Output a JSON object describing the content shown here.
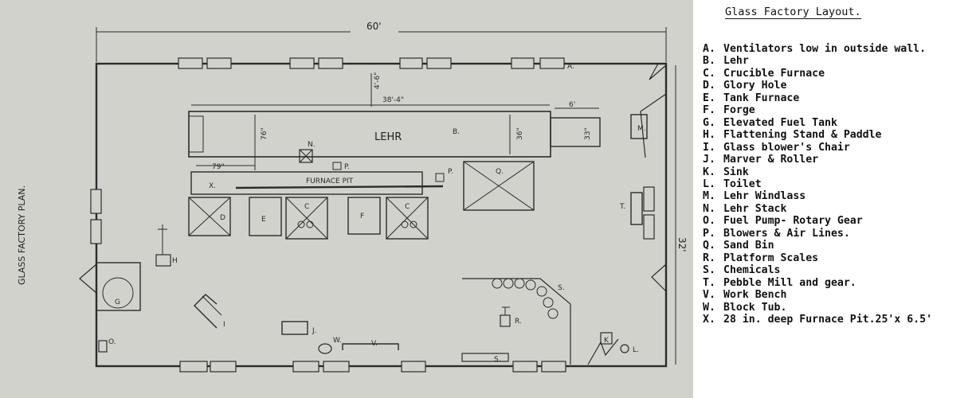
{
  "plan": {
    "side_title": "GLASS FACTORY PLAN.",
    "dim_width": "60'",
    "dim_height": "32'",
    "dim_lehr_length": "38'-4\"",
    "dim_lehr_offset": "4'-6\"",
    "dim_lehr_height": "76\"",
    "dim_lehr_ext": "6'",
    "dim_lehr_end": "33\"",
    "dim_lehr_right": "36\"",
    "dim_pit_left": "79\"",
    "lehr_label": "LEHR",
    "pit_label": "FURNACE PIT",
    "labels": {
      "A": "A.",
      "B": "B.",
      "C": "C",
      "D": "D",
      "E": "E",
      "F": "F",
      "G": "G",
      "H": "H",
      "I": "I",
      "J": "J.",
      "K": "K",
      "L": "L.",
      "M": "M.",
      "N": "N.",
      "P": "P.",
      "Q": "Q.",
      "R": "R.",
      "S": "S.",
      "T": "T.",
      "V": "V.",
      "W": "W.",
      "X": "X.",
      "O": "O."
    }
  },
  "legend": {
    "title": "Glass Factory Layout.",
    "items": [
      {
        "key": "A.",
        "text": "Ventilators low in outside wall."
      },
      {
        "key": "B.",
        "text": "Lehr"
      },
      {
        "key": "C.",
        "text": "Crucible Furnace"
      },
      {
        "key": "D.",
        "text": "Glory Hole"
      },
      {
        "key": "E.",
        "text": "Tank Furnace"
      },
      {
        "key": "F.",
        "text": "Forge"
      },
      {
        "key": "G.",
        "text": "Elevated Fuel Tank"
      },
      {
        "key": "H.",
        "text": "Flattening Stand & Paddle"
      },
      {
        "key": "I.",
        "text": "Glass blower's Chair"
      },
      {
        "key": "J.",
        "text": "Marver & Roller"
      },
      {
        "key": "K.",
        "text": "Sink"
      },
      {
        "key": "L.",
        "text": "Toilet"
      },
      {
        "key": "M.",
        "text": "Lehr Windlass"
      },
      {
        "key": "N.",
        "text": "Lehr Stack"
      },
      {
        "key": "O.",
        "text": "Fuel Pump- Rotary Gear"
      },
      {
        "key": "P.",
        "text": "Blowers & Air Lines."
      },
      {
        "key": "Q.",
        "text": "Sand Bin"
      },
      {
        "key": "R.",
        "text": "Platform Scales"
      },
      {
        "key": "S.",
        "text": "Chemicals"
      },
      {
        "key": "T.",
        "text": "Pebble Mill and gear."
      },
      {
        "key": "V.",
        "text": "Work Bench"
      },
      {
        "key": "W.",
        "text": "Block Tub."
      },
      {
        "key": "X.",
        "text": "28 in. deep Furnace Pit.25'x 6.5'"
      }
    ]
  }
}
